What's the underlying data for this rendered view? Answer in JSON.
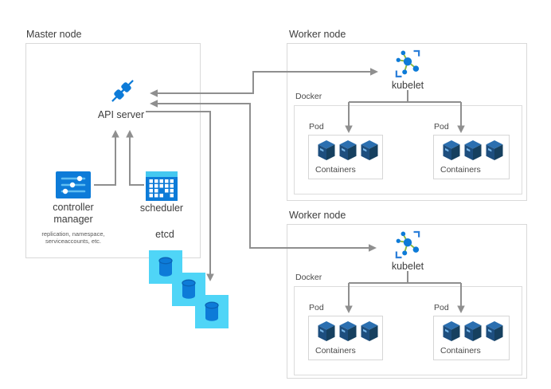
{
  "master": {
    "title": "Master node",
    "api_server": {
      "label": "API server",
      "icon": "plug-link-icon"
    },
    "controller_manager": {
      "label": [
        "controller",
        "manager"
      ],
      "sublabel": [
        "replication, namespace,",
        "serviceaccounts, etc."
      ],
      "icon": "sliders-icon"
    },
    "scheduler": {
      "label": "scheduler",
      "icon": "calendar-grid-icon"
    },
    "etcd": {
      "label": "etcd",
      "icon": "database-cylinder-icon",
      "instances": 3
    }
  },
  "workers": [
    {
      "title": "Worker node",
      "kubelet": {
        "label": "kubelet",
        "icon": "nodes-network-icon"
      },
      "docker": {
        "label": "Docker"
      },
      "pods": [
        {
          "label": "Pod",
          "containers_label": "Containers",
          "container_count": 3,
          "icon": "container-cube-icon"
        },
        {
          "label": "Pod",
          "containers_label": "Containers",
          "container_count": 3,
          "icon": "container-cube-icon"
        }
      ]
    },
    {
      "title": "Worker node",
      "kubelet": {
        "label": "kubelet",
        "icon": "nodes-network-icon"
      },
      "docker": {
        "label": "Docker"
      },
      "pods": [
        {
          "label": "Pod",
          "containers_label": "Containers",
          "container_count": 3,
          "icon": "container-cube-icon"
        },
        {
          "label": "Pod",
          "containers_label": "Containers",
          "container_count": 3,
          "icon": "container-cube-icon"
        }
      ]
    }
  ],
  "colors": {
    "accent_blue": "#0d7bd8",
    "light_blue_slider": "#5fbdf2",
    "cyan_strip": "#45c8f0",
    "etcd_cyan": "#4fd5f7",
    "cube_top": "#2b6fb0",
    "cube_left": "#1d4e7e",
    "cube_right": "#16405f",
    "kubelet_green": "#8ab93c",
    "bracket_blue": "#2d7fd9",
    "arrow_gray": "#8f8f8f",
    "border_gray": "#d9d9d9",
    "text_dark": "#3d3d3d",
    "text_muted": "#595959"
  }
}
